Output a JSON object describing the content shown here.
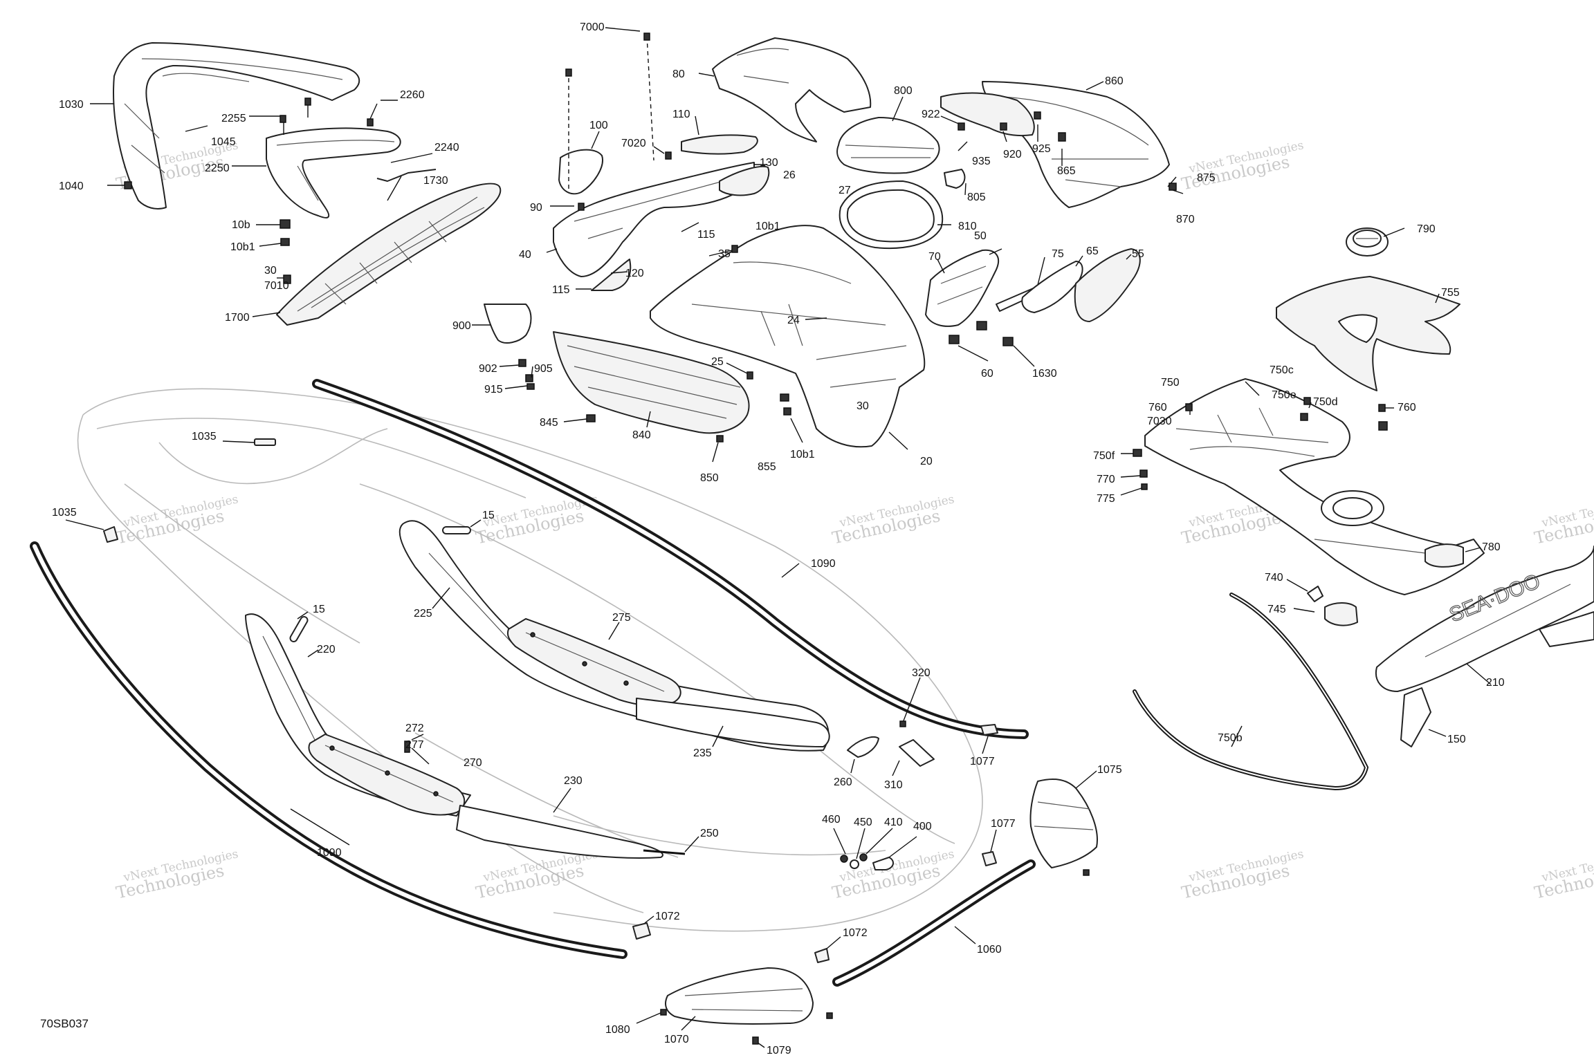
{
  "figure_id": "70SB037",
  "watermark": {
    "line1": "vNext Technologies",
    "line2": "Technologies"
  },
  "callouts": {
    "c7000": "7000",
    "c80": "80",
    "c800": "800",
    "c860": "860",
    "c922": "922",
    "c920": "920",
    "c925": "925",
    "c935": "935",
    "c865": "865",
    "c875": "875",
    "c870": "870",
    "c100": "100",
    "c110": "110",
    "c7020": "7020",
    "c130": "130",
    "c26": "26",
    "c27": "27",
    "c805": "805",
    "c90": "90",
    "c10b1_top": "10b1",
    "c810": "810",
    "c115_a": "115",
    "c40": "40",
    "c120": "120",
    "c115_b": "115",
    "c35": "35",
    "c70": "70",
    "c50": "50",
    "c75": "75",
    "c65": "65",
    "c55": "55",
    "c790": "790",
    "c755": "755",
    "c1030": "1030",
    "c2255": "2255",
    "c2260": "2260",
    "c1045": "1045",
    "c2240": "2240",
    "c2250": "2250",
    "c1040": "1040",
    "c1730": "1730",
    "c10b": "10b",
    "c10b1_left": "10b1",
    "c30_left": "30",
    "c7010": "7010",
    "c1700": "1700",
    "c900": "900",
    "c902": "902",
    "c905": "905",
    "c915": "915",
    "c24": "24",
    "c60": "60",
    "c1630": "1630",
    "c25": "25",
    "c30_tub": "30",
    "c845": "845",
    "c840": "840",
    "c10b1_bottom": "10b1",
    "c20": "20",
    "c850": "850",
    "c855": "855",
    "c750c": "750c",
    "c750": "750",
    "c750e": "750e",
    "c750d": "750d",
    "c760_left": "760",
    "c7030": "7030",
    "c760_right": "760",
    "c750f": "750f",
    "c770": "770",
    "c775": "775",
    "c1035_a": "1035",
    "c1035_b": "1035",
    "c15_a": "15",
    "c15_b": "15",
    "c225": "225",
    "c1090_top": "1090",
    "c275": "275",
    "c220": "220",
    "c780": "780",
    "c740": "740",
    "c745": "745",
    "c210": "210",
    "c150": "150",
    "c750b": "750b",
    "c320": "320",
    "c1077_a": "1077",
    "c272": "272",
    "c277": "277",
    "c270": "270",
    "c235": "235",
    "c260": "260",
    "c310": "310",
    "c230": "230",
    "c1075": "1075",
    "c460": "460",
    "c450": "450",
    "c410": "410",
    "c400": "400",
    "c1077_b": "1077",
    "c1090_bottom": "1090",
    "c250": "250",
    "c1072_a": "1072",
    "c1072_b": "1072",
    "c1060": "1060",
    "c1080": "1080",
    "c1070": "1070",
    "c1079": "1079"
  }
}
